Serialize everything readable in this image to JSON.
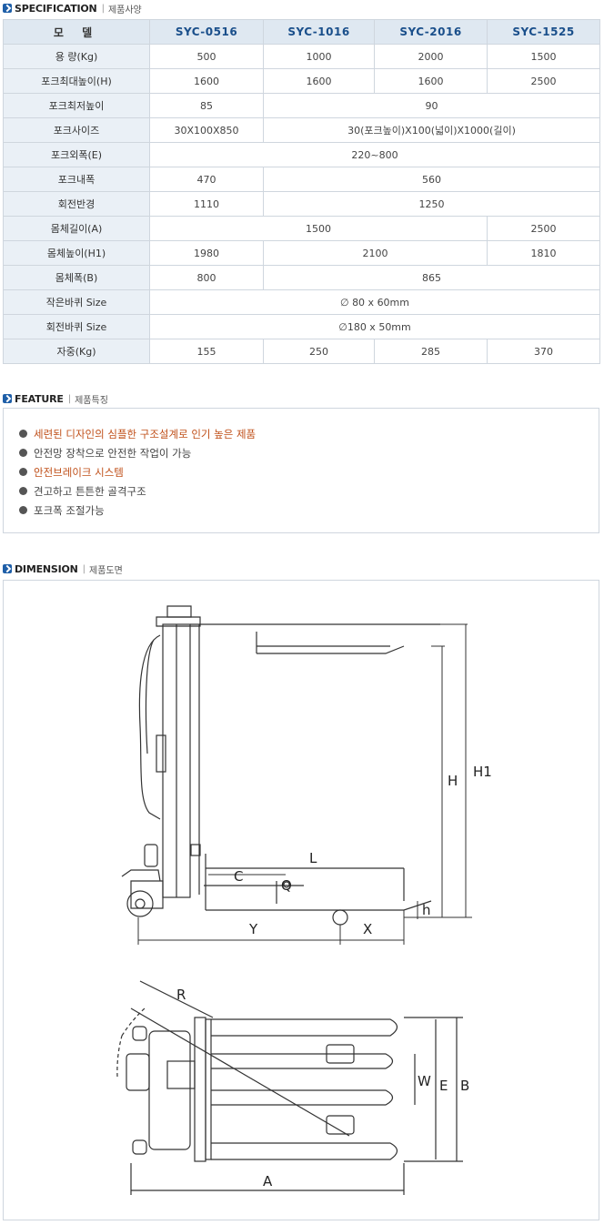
{
  "spec_section": {
    "title": "SPECIFICATION",
    "subtitle": "제품사양"
  },
  "table": {
    "header": {
      "label": "모 델",
      "models": [
        "SYC-0516",
        "SYC-1016",
        "SYC-2016",
        "SYC-1525"
      ]
    },
    "rows": {
      "capacity": {
        "label": "용 량(Kg)",
        "values": [
          "500",
          "1000",
          "2000",
          "1500"
        ]
      },
      "fork_max_height": {
        "label": "포크최대높이(H)",
        "values": [
          "1600",
          "1600",
          "1600",
          "2500"
        ]
      },
      "fork_min_height": {
        "label": "포크최저높이",
        "values": [
          "85",
          "90"
        ]
      },
      "fork_size": {
        "label": "포크사이즈",
        "values": [
          "30X100X850",
          "30(포크높이)X100(넓이)X1000(길이)"
        ]
      },
      "fork_outer_width": {
        "label": "포크외폭(E)",
        "values": [
          "220~800"
        ]
      },
      "fork_inner_width": {
        "label": "포크내폭",
        "values": [
          "470",
          "560"
        ]
      },
      "turning_radius": {
        "label": "회전반경",
        "values": [
          "1110",
          "1250"
        ]
      },
      "body_length": {
        "label": "몸체길이(A)",
        "values": [
          "1500",
          "2500"
        ]
      },
      "body_height": {
        "label": "몸체높이(H1)",
        "values": [
          "1980",
          "2100",
          "1810"
        ]
      },
      "body_width": {
        "label": "몸체폭(B)",
        "values": [
          "800",
          "865"
        ]
      },
      "small_wheel": {
        "label": "작은바퀴 Size",
        "values": [
          "∅ 80 x 60mm"
        ]
      },
      "swivel_wheel": {
        "label": "회전바퀴 Size",
        "values": [
          "∅180 x 50mm"
        ]
      },
      "weight": {
        "label": "자중(Kg)",
        "values": [
          "155",
          "250",
          "285",
          "370"
        ]
      }
    }
  },
  "feature_section": {
    "title": "FEATURE",
    "subtitle": "제품특징"
  },
  "features": [
    {
      "text": "세련된 디자인의 심플한 구조설계로 인기 높은 제품",
      "highlight": true
    },
    {
      "text": "안전망 장착으로 안전한 작업이 가능",
      "highlight": false
    },
    {
      "text": "안전브레이크 시스템",
      "highlight": true
    },
    {
      "text": "견고하고 튼튼한 골격구조",
      "highlight": false
    },
    {
      "text": "포크폭 조절가능",
      "highlight": false
    }
  ],
  "dimension_section": {
    "title": "DIMENSION",
    "subtitle": "제품도면"
  },
  "dimension_labels": {
    "H1": "H1",
    "H": "H",
    "L": "L",
    "C": "C",
    "Q": "Q",
    "Y": "Y",
    "X": "X",
    "h": "h",
    "R": "R",
    "W": "W",
    "E": "E",
    "B": "B",
    "A": "A"
  },
  "colors": {
    "accent": "#1f5fa8",
    "header_bg": "#dfe8f1",
    "label_bg": "#eaf0f6",
    "border": "#cfd6de",
    "highlight_text": "#c0501a",
    "model_text": "#1a4f8b"
  },
  "icons": {
    "section": "check-square-icon",
    "bullet": "filled-circle-icon"
  }
}
